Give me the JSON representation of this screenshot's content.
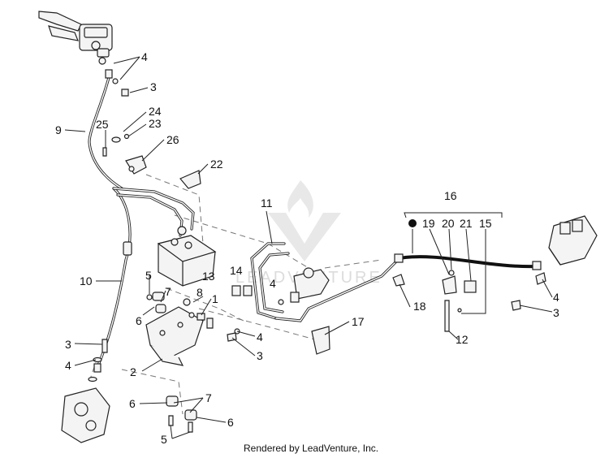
{
  "credit": "Rendered by LeadVenture, Inc.",
  "watermark": "LEADVENTURE",
  "callouts": [
    {
      "id": "c4-top",
      "label": "4"
    },
    {
      "id": "c3-top",
      "label": "3"
    },
    {
      "id": "c24",
      "label": "24"
    },
    {
      "id": "c23",
      "label": "23"
    },
    {
      "id": "c25",
      "label": "25"
    },
    {
      "id": "c9",
      "label": "9"
    },
    {
      "id": "c26",
      "label": "26"
    },
    {
      "id": "c22",
      "label": "22"
    },
    {
      "id": "c11",
      "label": "11"
    },
    {
      "id": "c16",
      "label": "16"
    },
    {
      "id": "c19",
      "label": "19"
    },
    {
      "id": "c20",
      "label": "20"
    },
    {
      "id": "c21",
      "label": "21"
    },
    {
      "id": "c15",
      "label": "15"
    },
    {
      "id": "c10",
      "label": "10"
    },
    {
      "id": "c5-mid",
      "label": "5"
    },
    {
      "id": "c13",
      "label": "13"
    },
    {
      "id": "c14",
      "label": "14"
    },
    {
      "id": "c4-mid",
      "label": "4"
    },
    {
      "id": "c7-mid",
      "label": "7"
    },
    {
      "id": "c8",
      "label": "8"
    },
    {
      "id": "c1",
      "label": "1"
    },
    {
      "id": "c6-mid",
      "label": "6"
    },
    {
      "id": "c18",
      "label": "18"
    },
    {
      "id": "c4-right",
      "label": "4"
    },
    {
      "id": "c3-right",
      "label": "3"
    },
    {
      "id": "c17",
      "label": "17"
    },
    {
      "id": "c4-low",
      "label": "4"
    },
    {
      "id": "c3-low",
      "label": "3"
    },
    {
      "id": "c12",
      "label": "12"
    },
    {
      "id": "c3-left",
      "label": "3"
    },
    {
      "id": "c4-left",
      "label": "4"
    },
    {
      "id": "c2",
      "label": "2"
    },
    {
      "id": "c7-low",
      "label": "7"
    },
    {
      "id": "c6-low-l",
      "label": "6"
    },
    {
      "id": "c6-low-r",
      "label": "6"
    },
    {
      "id": "c5-low",
      "label": "5"
    }
  ]
}
